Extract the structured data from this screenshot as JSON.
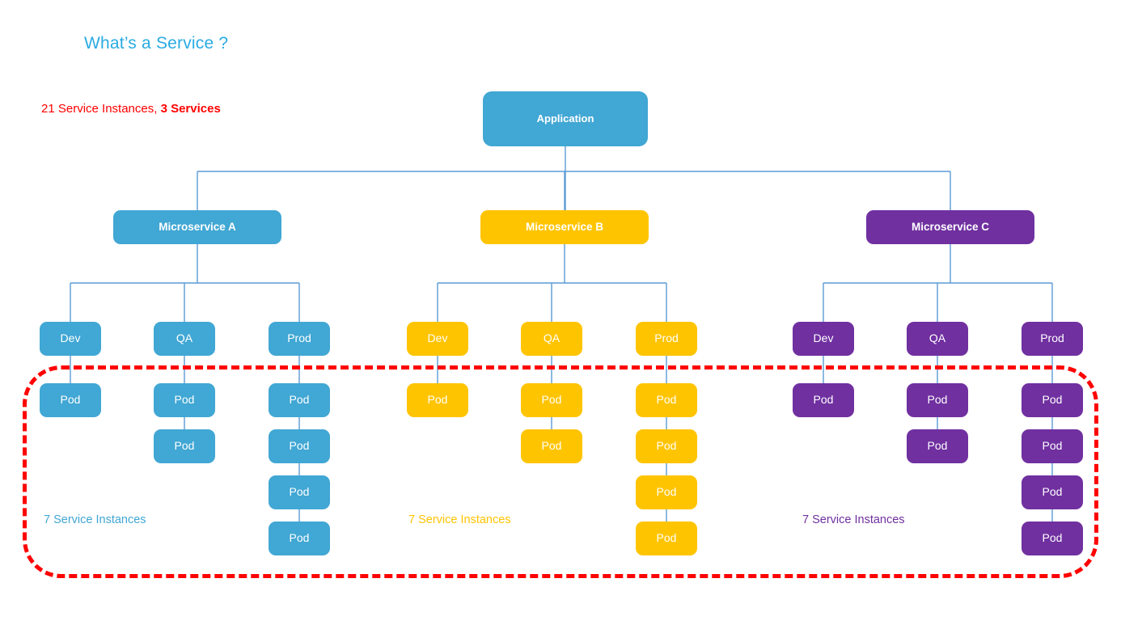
{
  "page": {
    "title": "What’s a Service ?",
    "summary_prefix": "21 Service Instances, ",
    "summary_bold": "3 Services",
    "total_service_instances": 21,
    "total_services": 3
  },
  "colors": {
    "title": "#29ABE2",
    "summary": "#FF0000",
    "region_highlight": "#FF0000",
    "connector": "#5B9BD5",
    "blue": "#41A7D4",
    "yellow": "#FFC400",
    "purple": "#7030A0",
    "background": "#FFFFFF"
  },
  "root": {
    "label": "Application",
    "color_key": "blue"
  },
  "branches": [
    {
      "id": "a",
      "label": "Microservice A",
      "color_key": "blue",
      "group_label": "7 Service Instances",
      "instances": 7,
      "environments": [
        {
          "label": "Dev",
          "pods": [
            {
              "label": "Pod"
            }
          ]
        },
        {
          "label": "QA",
          "pods": [
            {
              "label": "Pod"
            },
            {
              "label": "Pod"
            }
          ]
        },
        {
          "label": "Prod",
          "pods": [
            {
              "label": "Pod"
            },
            {
              "label": "Pod"
            },
            {
              "label": "Pod"
            },
            {
              "label": "Pod"
            }
          ]
        }
      ]
    },
    {
      "id": "b",
      "label": "Microservice B",
      "color_key": "yellow",
      "group_label": "7 Service Instances",
      "instances": 7,
      "environments": [
        {
          "label": "Dev",
          "pods": [
            {
              "label": "Pod"
            }
          ]
        },
        {
          "label": "QA",
          "pods": [
            {
              "label": "Pod"
            },
            {
              "label": "Pod"
            }
          ]
        },
        {
          "label": "Prod",
          "pods": [
            {
              "label": "Pod"
            },
            {
              "label": "Pod"
            },
            {
              "label": "Pod"
            },
            {
              "label": "Pod"
            }
          ]
        }
      ]
    },
    {
      "id": "c",
      "label": "Microservice C",
      "color_key": "purple",
      "group_label": "7 Service Instances",
      "instances": 7,
      "environments": [
        {
          "label": "Dev",
          "pods": [
            {
              "label": "Pod"
            }
          ]
        },
        {
          "label": "QA",
          "pods": [
            {
              "label": "Pod"
            },
            {
              "label": "Pod"
            }
          ]
        },
        {
          "label": "Prod",
          "pods": [
            {
              "label": "Pod"
            },
            {
              "label": "Pod"
            },
            {
              "label": "Pod"
            },
            {
              "label": "Pod"
            }
          ]
        }
      ]
    }
  ]
}
